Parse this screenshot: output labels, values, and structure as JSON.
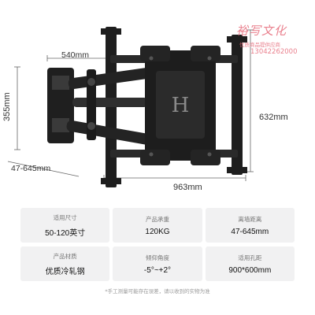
{
  "dimensions": {
    "width": "540mm",
    "height": "355mm",
    "arm_range": "47-645mm",
    "wall_plate": "632mm",
    "rail": "963mm"
  },
  "watermark": {
    "brand": "裕写文化",
    "subtitle": "优质商品提供应商",
    "phone": "13042262000"
  },
  "specs": [
    [
      {
        "label": "适用尺寸",
        "value": "50-120英寸"
      },
      {
        "label": "产品承重",
        "value": "120KG"
      },
      {
        "label": "离墙距离",
        "value": "47-645mm"
      }
    ],
    [
      {
        "label": "产品材质",
        "value": "优质冷轧钢"
      },
      {
        "label": "倾仰角度",
        "value": "-5°~+2°"
      },
      {
        "label": "适用孔距",
        "value": "900*600mm"
      }
    ]
  ],
  "footnote": "*手工测量可能存在误差，请以收到的实物为准",
  "colors": {
    "metal": "#1e1e1e",
    "card": "#f1f1f2",
    "watermark": "#e66a7a"
  }
}
